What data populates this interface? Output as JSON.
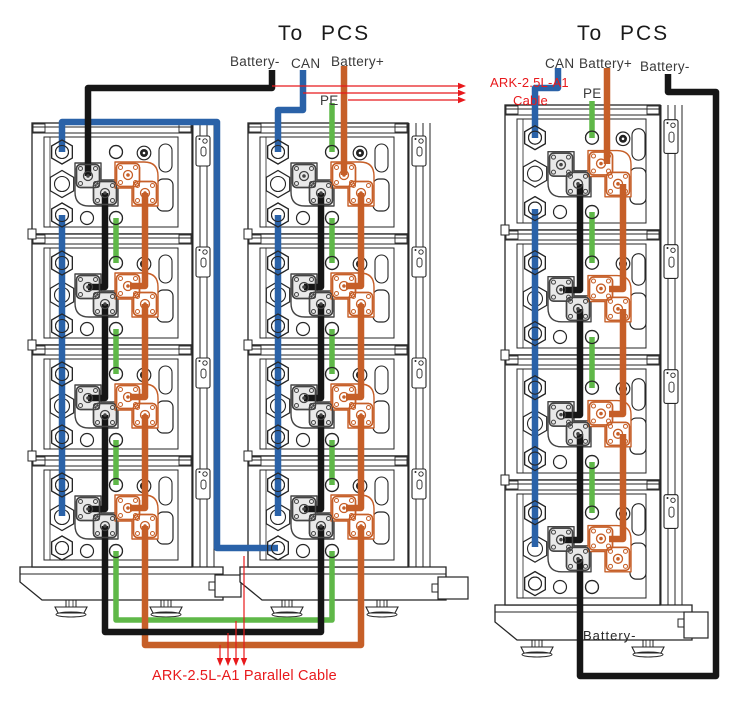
{
  "colors": {
    "blue": "#2a62a8",
    "black": "#161616",
    "orange": "#c65f28",
    "green": "#5fb848",
    "red": "#e8191c",
    "line": "#262626"
  },
  "left_system": {
    "to_pcs": "To PCS",
    "battery_minus": "Battery-",
    "can": "CAN",
    "battery_plus": "Battery+",
    "pe": "PE",
    "cable_label_line1": "ARK-2.5L-A1",
    "cable_label_line2": "Cable",
    "parallel_cable_label": "ARK-2.5L-A1 Parallel Cable"
  },
  "right_system": {
    "to_pcs": "To PCS",
    "can": "CAN",
    "battery_plus": "Battery+",
    "battery_minus": "Battery-",
    "pe": "PE",
    "base_battery_minus": "Battery-"
  }
}
